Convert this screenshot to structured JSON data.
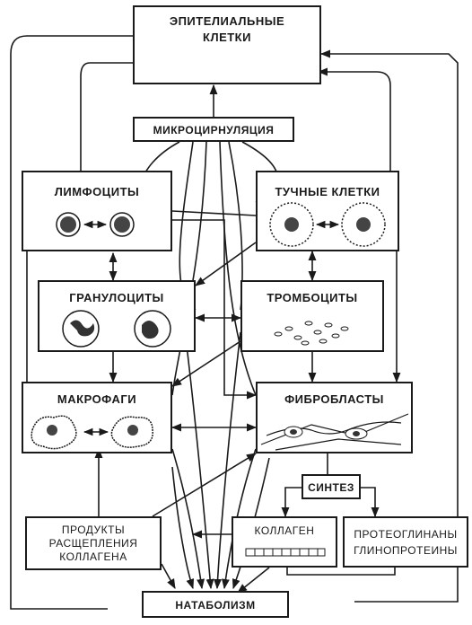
{
  "nodes": {
    "epithelial": {
      "line1": "ЭПИТЕЛИАЛЬНЫЕ",
      "line2": "КЛЕТКИ"
    },
    "microcirculation": "МИКРОЦИРНУЛЯЦИЯ",
    "lymphocytes": "ЛИМФОЦИТЫ",
    "mast_cells": "ТУЧНЫЕ КЛЕТКИ",
    "granulocytes": "ГРАНУЛОЦИТЫ",
    "platelets": "ТРОМБОЦИТЫ",
    "macrophages": "МАКРОФАГИ",
    "fibroblasts": "ФИБРОБЛАСТЫ",
    "synthesis": "СИНТЕЗ",
    "collagen_products": {
      "line1": "ПРОДУКТЫ",
      "line2": "РАСЩЕПЛЕНИЯ",
      "line3": "КОЛЛАГЕНА"
    },
    "collagen": "КОЛЛАГЕН",
    "proteoglycans": {
      "line1": "ПРОТЕОГЛИНАНЫ",
      "line2": "ГЛИНОПРОТЕИНЫ"
    },
    "catabolism": "НАТАБОЛИЗМ"
  },
  "colors": {
    "ink": "#1a1a1a",
    "paper": "#ffffff"
  }
}
